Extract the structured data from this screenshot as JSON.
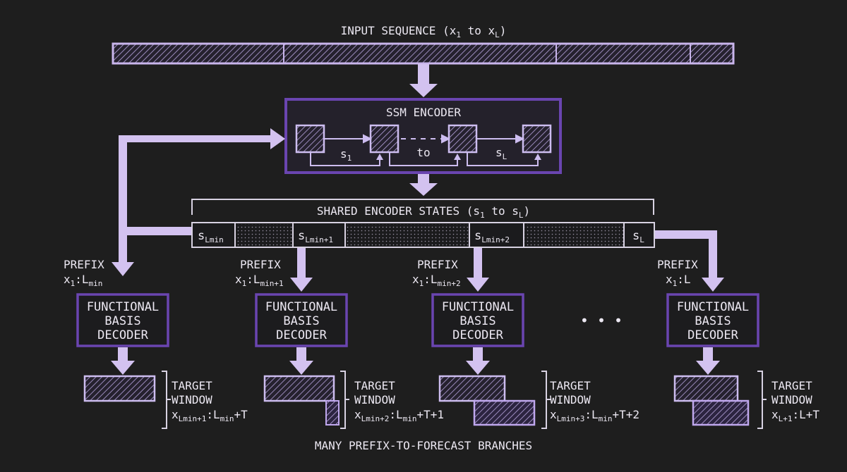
{
  "colors": {
    "background": "#1e1e1e",
    "accent": "#c9b5ec",
    "accent_dark": "#6a45b0",
    "encoder_fill": "#24212b",
    "text": "#ece8f2"
  },
  "input": {
    "title_prefix": "INPUT SEQUENCE (x",
    "title_sub1": "1",
    "title_mid": " to x",
    "title_sub2": "L",
    "title_suffix": ")"
  },
  "encoder": {
    "title": "SSM ENCODER",
    "label_s": "s",
    "label_s_sub1": "1",
    "label_to": "to",
    "label_sL_sub": "L"
  },
  "shared_states": {
    "title_prefix": "SHARED ENCODER STATES (s",
    "title_sub1": "1",
    "title_mid": " to s",
    "title_sub2": "L",
    "title_suffix": ")",
    "cells": [
      {
        "base": "s",
        "sub": "Lmin"
      },
      {
        "base": "s",
        "sub": "Lmin+1"
      },
      {
        "base": "s",
        "sub": "Lmin+2"
      },
      {
        "base": "s",
        "sub": "L"
      }
    ]
  },
  "branches": [
    {
      "prefix_label": "PREFIX",
      "prefix_x": "x",
      "prefix_x_sub": "1",
      "prefix_colon": ":L",
      "prefix_L_sub": "min",
      "decoder": [
        "FUNCTIONAL",
        "BASIS",
        "DECODER"
      ],
      "target_label": [
        "TARGET",
        "WINDOW"
      ],
      "target_x": "x",
      "target_x_sub": "Lmin+1",
      "target_mid": ":L",
      "target_L_sub": "min",
      "target_suffix": "+T"
    },
    {
      "prefix_label": "PREFIX",
      "prefix_x": "x",
      "prefix_x_sub": "1",
      "prefix_colon": ":L",
      "prefix_L_sub": "min+1",
      "decoder": [
        "FUNCTIONAL",
        "BASIS",
        "DECODER"
      ],
      "target_label": [
        "TARGET",
        "WINDOW"
      ],
      "target_x": "x",
      "target_x_sub": "Lmin+2",
      "target_mid": ":L",
      "target_L_sub": "min",
      "target_suffix": "+T+1"
    },
    {
      "prefix_label": "PREFIX",
      "prefix_x": "x",
      "prefix_x_sub": "1",
      "prefix_colon": ":L",
      "prefix_L_sub": "min+2",
      "decoder": [
        "FUNCTIONAL",
        "BASIS",
        "DECODER"
      ],
      "target_label": [
        "TARGET",
        "WINDOW"
      ],
      "target_x": "x",
      "target_x_sub": "Lmin+3",
      "target_mid": ":L",
      "target_L_sub": "min",
      "target_suffix": "+T+2"
    },
    {
      "prefix_label": "PREFIX",
      "prefix_x": "x",
      "prefix_x_sub": "1",
      "prefix_colon": ":L",
      "prefix_L_sub": "",
      "decoder": [
        "FUNCTIONAL",
        "BASIS",
        "DECODER"
      ],
      "target_label": [
        "TARGET",
        "WINDOW"
      ],
      "target_x": "x",
      "target_x_sub": "L+1",
      "target_mid": ":L",
      "target_L_sub": "",
      "target_suffix": "+T"
    }
  ],
  "ellipsis": "• • •",
  "footer": "MANY PREFIX-TO-FORECAST BRANCHES"
}
